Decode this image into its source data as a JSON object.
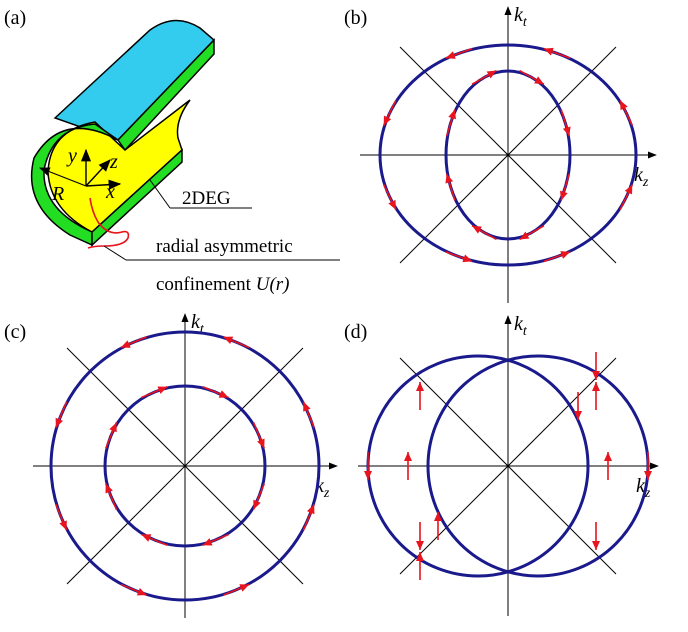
{
  "panel_labels": {
    "a": "(a)",
    "b": "(b)",
    "c": "(c)",
    "d": "(d)"
  },
  "axis": {
    "kt_main": "k",
    "kt_sub": "t",
    "kz_main": "k",
    "kz_sub": "z"
  },
  "sketch": {
    "axis_y": "y",
    "axis_z": "z",
    "axis_x": "x",
    "radius": "R",
    "label_2deg": "2DEG",
    "confinement_line1": "radial asymmetric",
    "confinement_line2_prefix": "confinement ",
    "confinement_line2_func": "U(r)"
  },
  "colors": {
    "contour": "#1a1a8c",
    "arrow": "#e8141e",
    "cylinder_outer": "#22dd22",
    "cylinder_inner": "#ffff00",
    "cylinder_top": "#33ccee"
  }
}
